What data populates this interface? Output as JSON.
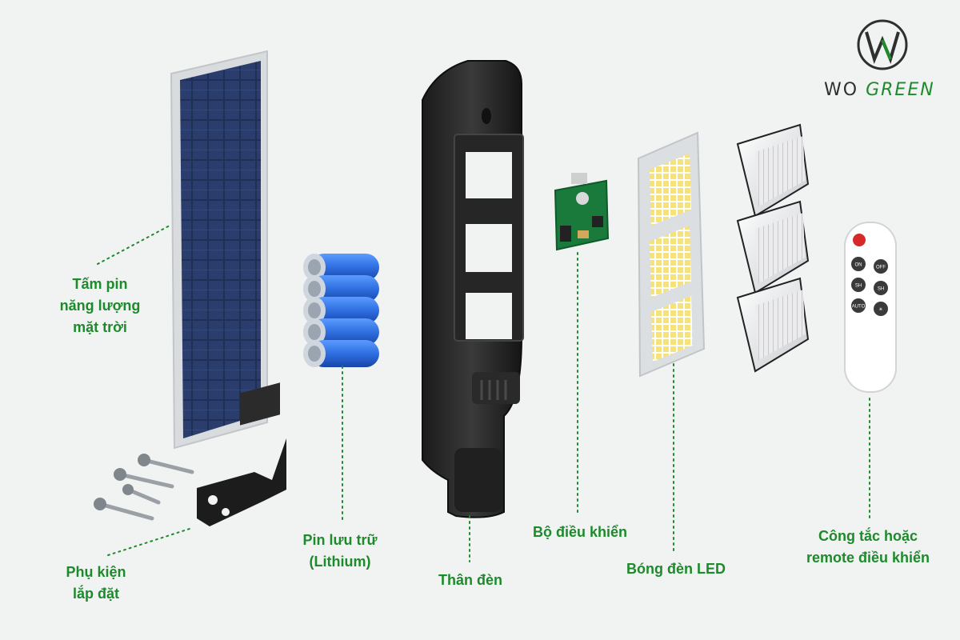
{
  "brand": {
    "part1": "WO",
    "part2": "GREEN"
  },
  "components": [
    {
      "id": "solar-panel",
      "lines": [
        "Tấm pin",
        "năng lượng",
        "mặt trời"
      ]
    },
    {
      "id": "accessories",
      "lines": [
        "Phụ kiện",
        "lắp đặt"
      ]
    },
    {
      "id": "battery",
      "lines": [
        "Pin lưu trữ",
        "(Lithium)"
      ]
    },
    {
      "id": "lamp-body",
      "lines": [
        "Thân đèn"
      ]
    },
    {
      "id": "controller",
      "lines": [
        "Bộ điều khiển"
      ]
    },
    {
      "id": "led",
      "lines": [
        "Bóng đèn LED"
      ]
    },
    {
      "id": "remote",
      "lines": [
        "Công tắc hoặc",
        "remote điều khiển"
      ]
    }
  ],
  "remote_buttons": [
    "ON",
    "OFF",
    "SH",
    "SH",
    "AUTO",
    "☀"
  ],
  "colors": {
    "accent": "#1d8a2b",
    "background": "#f1f2f2",
    "led_cell": "#f6e27a",
    "battery": "#2f6fe0"
  }
}
